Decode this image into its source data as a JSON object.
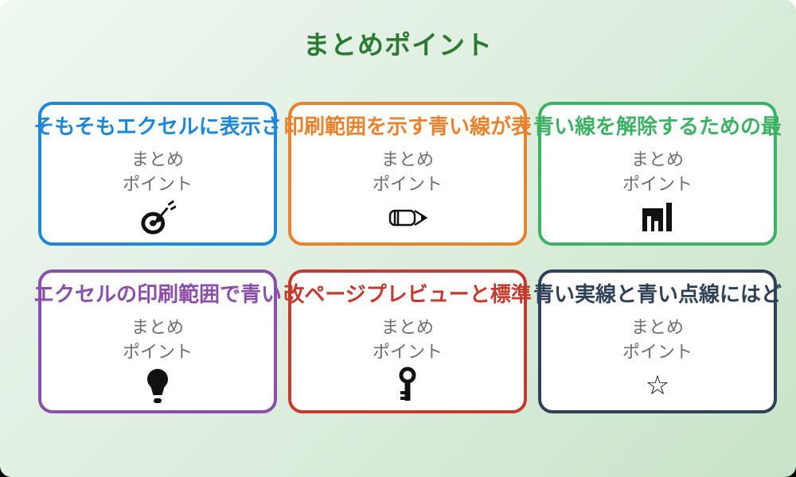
{
  "page": {
    "title": "まとめポイント"
  },
  "colors": {
    "title_text": "#2b7a33",
    "subtitle_text": "#6e6e6e",
    "card_background": "#ffffff",
    "background_gradient_start": "#eff7f1",
    "background_gradient_end": "#c8e3c9",
    "icon_black": "#111111"
  },
  "common": {
    "subtitle_line1": "まとめ",
    "subtitle_line2": "ポイント"
  },
  "cards": [
    {
      "title": "そもそもエクセルに表示さ",
      "accent_color": "#1f87d7",
      "icon": "target-icon"
    },
    {
      "title": "印刷範囲を示す青い線が表",
      "accent_color": "#e8822c",
      "icon": "pencil-icon"
    },
    {
      "title": "青い線を解除するための最",
      "accent_color": "#3eb264",
      "icon": "bar-chart-icon"
    },
    {
      "title": "エクセルの印刷範囲で青い",
      "accent_color": "#8a4fa8",
      "icon": "lightbulb-icon"
    },
    {
      "title": "改ページプレビューと標準",
      "accent_color": "#c53a2e",
      "icon": "key-icon"
    },
    {
      "title": "青い実線と青い点線にはど",
      "accent_color": "#2f4157",
      "icon": "star-icon",
      "icon_glyph": "☆"
    }
  ]
}
